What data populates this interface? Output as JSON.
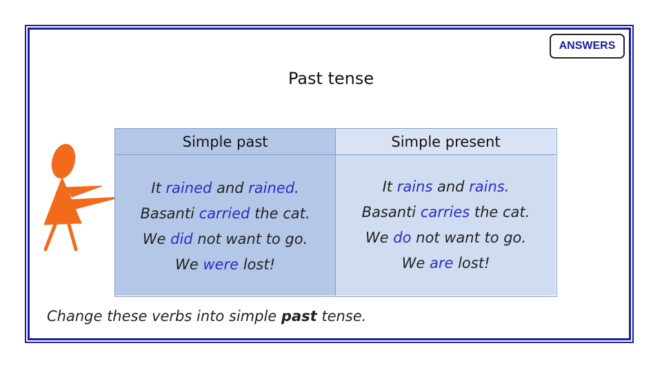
{
  "answers_button": {
    "label": "ANSWERS"
  },
  "title": "Past tense",
  "table": {
    "headers": [
      "Simple past",
      "Simple present"
    ],
    "past": [
      {
        "before": "It ",
        "verb": "rained",
        "middle": " and ",
        "verb2": "rained",
        "after": "."
      },
      {
        "before": "Basanti ",
        "verb": "carried",
        "after": " the cat."
      },
      {
        "before": "We ",
        "verb": "did",
        "after": " not want to go."
      },
      {
        "before": "We ",
        "verb": "were",
        "after": " lost!"
      }
    ],
    "present": [
      {
        "before": "It ",
        "verb": "rains",
        "middle": " and ",
        "verb2": "rains",
        "after": "."
      },
      {
        "before": "Basanti ",
        "verb": "carries",
        "after": " the cat."
      },
      {
        "before": "We ",
        "verb": "do",
        "after": " not want to go."
      },
      {
        "before": "We ",
        "verb": "are",
        "after": " lost!"
      }
    ]
  },
  "instruction": {
    "before": "Change these verbs into simple ",
    "bold": "past",
    "after": " tense."
  },
  "colors": {
    "frame": "#1a1aa6",
    "verb": "#2a2acb",
    "header_left": "#b4c7e7",
    "header_right": "#dae3f3",
    "figure": "#f26a1b"
  },
  "figure": {
    "icon": "pointing-person-icon"
  }
}
